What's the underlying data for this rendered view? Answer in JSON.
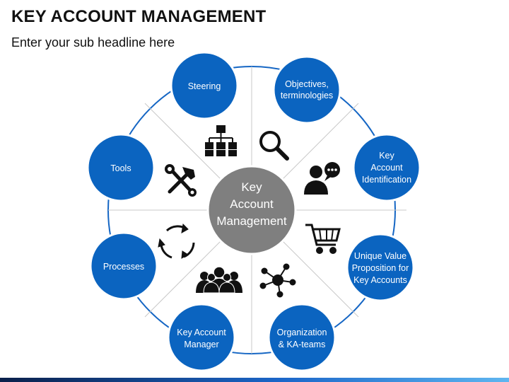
{
  "header": {
    "title": "KEY ACCOUNT MANAGEMENT",
    "subtitle": "Enter your sub headline here"
  },
  "center": {
    "lines": [
      "Key",
      "Account",
      "Management"
    ]
  },
  "nodes": [
    {
      "id": "steering",
      "lines": [
        "Steering"
      ]
    },
    {
      "id": "objectives",
      "lines": [
        "Objectives,",
        "terminologies"
      ]
    },
    {
      "id": "identification",
      "lines": [
        "Key",
        "Account",
        "Identification"
      ]
    },
    {
      "id": "value",
      "lines": [
        "Unique Value",
        "Proposition for",
        "Key Accounts"
      ]
    },
    {
      "id": "organization",
      "lines": [
        "Organization",
        "& KA-teams"
      ]
    },
    {
      "id": "manager",
      "lines": [
        "Key Account",
        "Manager"
      ]
    },
    {
      "id": "processes",
      "lines": [
        "Processes"
      ]
    },
    {
      "id": "tools",
      "lines": [
        "Tools"
      ]
    }
  ],
  "icons": [
    "org-chart-icon",
    "magnifier-icon",
    "person-chat-icon",
    "shopping-cart-icon",
    "network-icon",
    "team-icon",
    "cycle-arrows-icon",
    "tools-icon"
  ],
  "colors": {
    "node": "#0b64c0",
    "center": "#7f7f7f",
    "ring": "#1566c4",
    "divider": "#c8c8c8",
    "icon": "#111111"
  }
}
